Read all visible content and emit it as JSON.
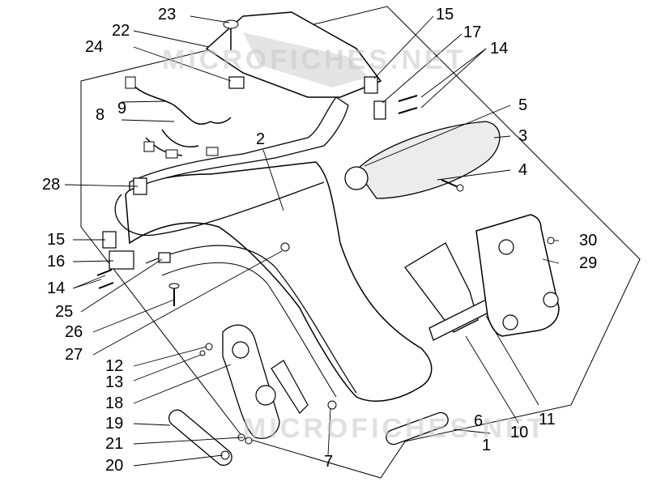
{
  "watermark": {
    "text_top": "MICROFICHES.NET",
    "text_bottom": "MICROFICHES.NET"
  },
  "callouts": {
    "c1": "1",
    "c2": "2",
    "c3": "3",
    "c4": "4",
    "c5": "5",
    "c6": "6",
    "c7": "7",
    "c8": "8",
    "c9": "9",
    "c10": "10",
    "c11": "11",
    "c12": "12",
    "c13": "13",
    "c14a": "14",
    "c14b": "14",
    "c15a": "15",
    "c15b": "15",
    "c16": "16",
    "c17": "17",
    "c18": "18",
    "c19": "19",
    "c20": "20",
    "c21": "21",
    "c22": "22",
    "c23": "23",
    "c24": "24",
    "c25": "25",
    "c26": "26",
    "c27": "27",
    "c28": "28",
    "c29": "29",
    "c30": "30"
  },
  "colors": {
    "ink": "#000000",
    "part_fill": "#ffffff",
    "shade": "#d9d9d9",
    "watermark": "#c8c8c8"
  }
}
